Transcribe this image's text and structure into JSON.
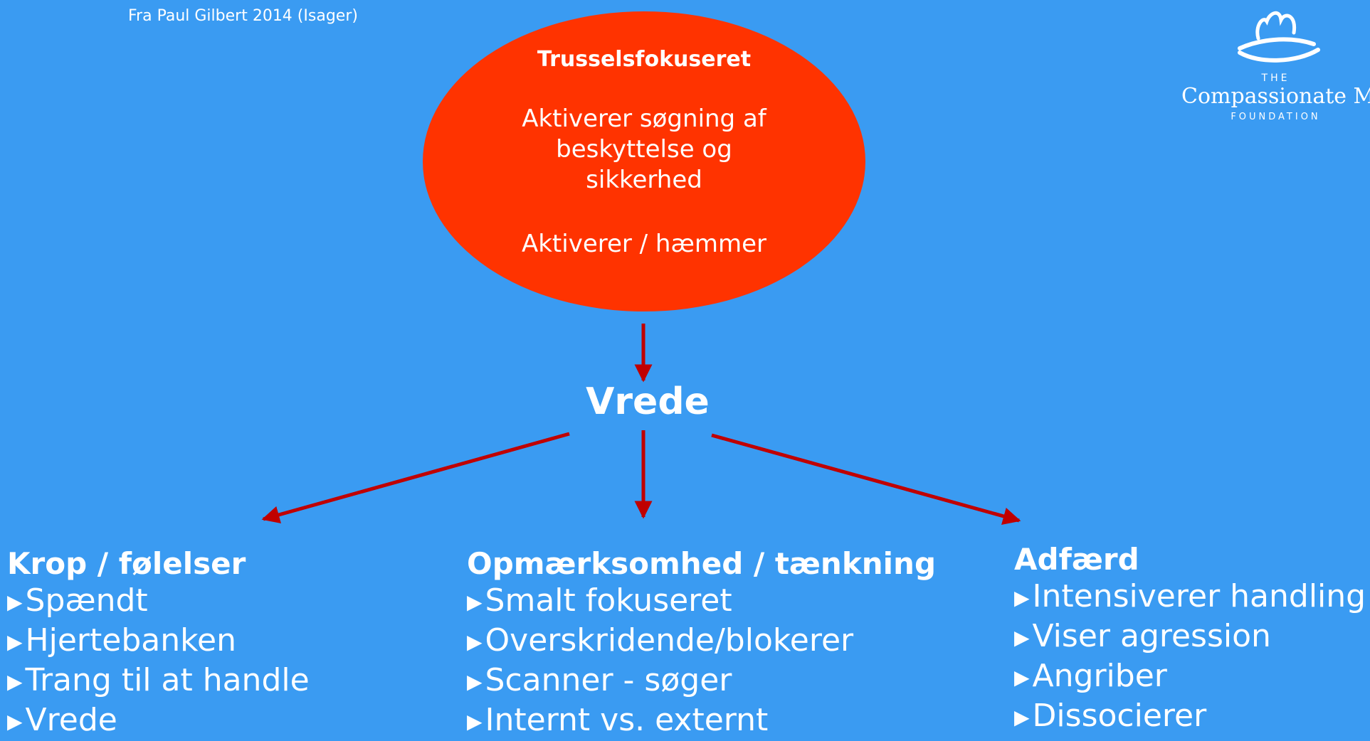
{
  "source": "Fra Paul Gilbert 2014 (Isager)",
  "ellipse": {
    "title": "Trusselsfokuseret",
    "line1": "Aktiverer søgning af",
    "line2": "beskyttelse og",
    "line3": "sikkerhed",
    "line4": "Aktiverer / hæmmer"
  },
  "center": "Vrede",
  "columns": [
    {
      "heading": "Krop / følelser",
      "items": [
        "Spændt",
        "Hjertebanken",
        "Trang til at handle",
        "Vrede"
      ]
    },
    {
      "heading": "Opmærksomhed / tænkning",
      "items": [
        "Smalt fokuseret",
        "Overskridende/blokerer",
        "Scanner - søger",
        "Internt vs. externt"
      ]
    },
    {
      "heading": "Adfærd",
      "items": [
        "Intensiverer handling",
        "Viser agression",
        "Angriber",
        "Dissocierer"
      ]
    }
  ],
  "logo": {
    "the": "THE",
    "name": "Compassionate Mi",
    "foundation": "FOUNDATION"
  },
  "colors": {
    "background": "#3a9bf2",
    "ellipse": "#ff3300",
    "arrow": "#c00000",
    "text": "#ffffff"
  }
}
